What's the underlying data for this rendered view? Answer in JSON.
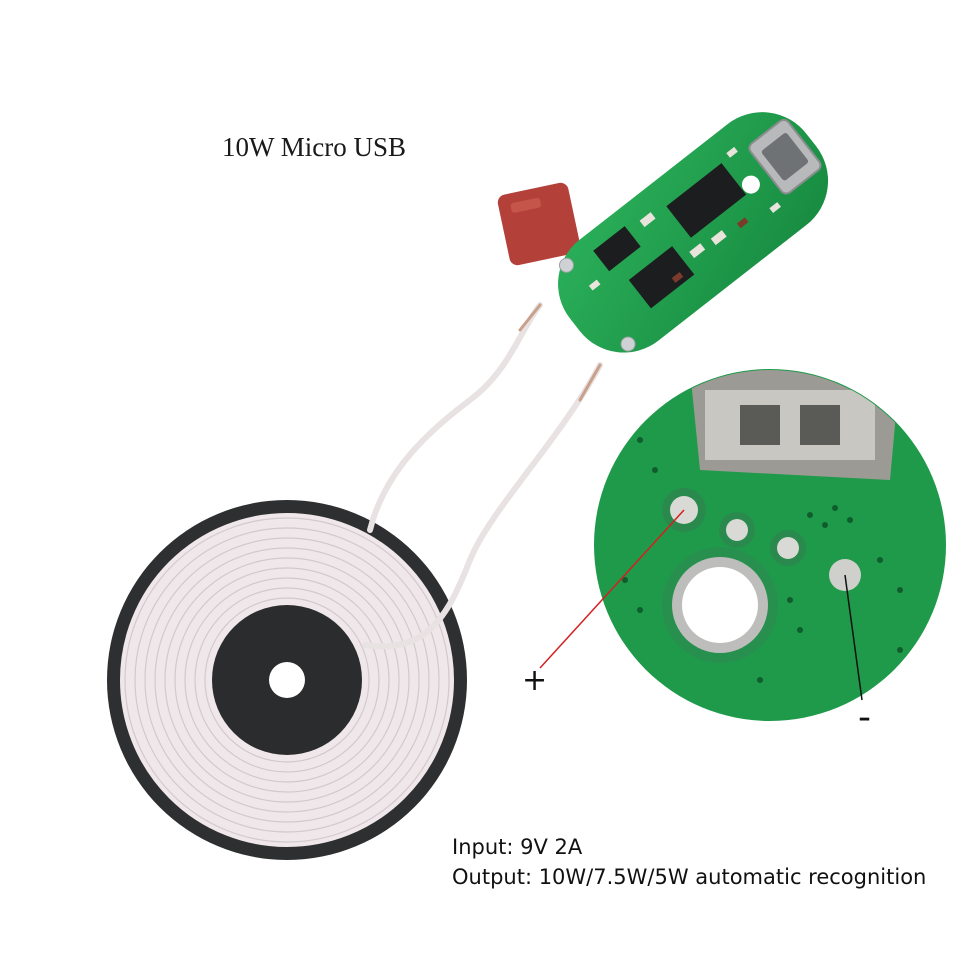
{
  "title": "10W Micro USB",
  "specs": {
    "input": "Input: 9V 2A",
    "output": "Output: 10W/7.5W/5W automatic recognition"
  },
  "polarity": {
    "plus": "+",
    "minus": "-"
  },
  "colors": {
    "background": "#ffffff",
    "pcb_green": "#1f9a4a",
    "coil_wire": "#efe7ea",
    "coil_backing": "#2e2f30",
    "capacitor": "#b3413a",
    "plus_leader": "#d42020",
    "minus_leader": "#111111"
  }
}
